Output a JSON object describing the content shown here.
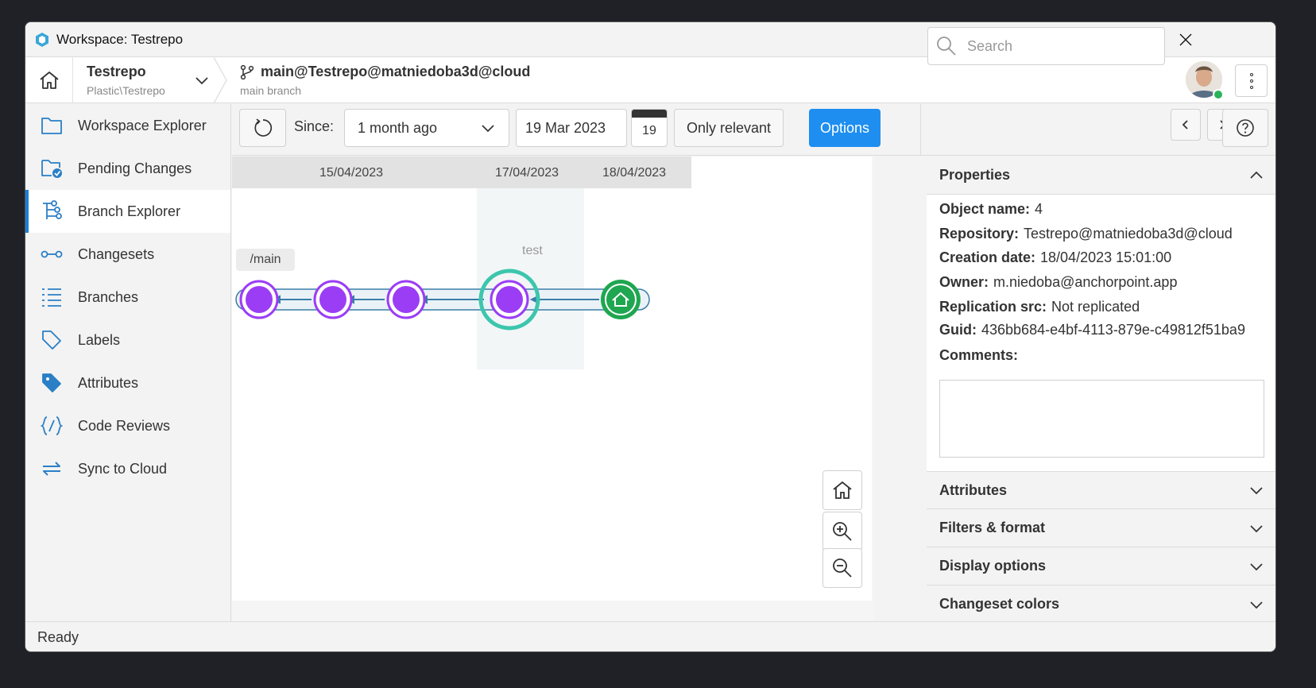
{
  "window": {
    "title": "Workspace: Testrepo"
  },
  "header": {
    "repo_name": "Testrepo",
    "repo_path": "Plastic\\Testrepo",
    "branch_title": "main@Testrepo@matniedoba3d@cloud",
    "branch_subtitle": "main branch"
  },
  "sidebar": {
    "items": [
      {
        "label": "Workspace Explorer",
        "icon": "folder-icon"
      },
      {
        "label": "Pending Changes",
        "icon": "pending-changes-icon"
      },
      {
        "label": "Branch Explorer",
        "icon": "branch-explorer-icon",
        "active": true
      },
      {
        "label": "Changesets",
        "icon": "changesets-icon"
      },
      {
        "label": "Branches",
        "icon": "branches-list-icon"
      },
      {
        "label": "Labels",
        "icon": "label-tag-icon"
      },
      {
        "label": "Attributes",
        "icon": "attributes-icon"
      },
      {
        "label": "Code Reviews",
        "icon": "code-review-icon"
      },
      {
        "label": "Sync to Cloud",
        "icon": "sync-icon"
      }
    ]
  },
  "toolbar": {
    "since_label": "Since:",
    "since_value": "1 month ago",
    "date_value": "19 Mar 2023",
    "calendar_day": "19",
    "only_relevant_label": "Only relevant",
    "options_label": "Options",
    "search_placeholder": "Search"
  },
  "graph": {
    "dates": [
      "15/04/2023",
      "17/04/2023",
      "18/04/2023"
    ],
    "branch_main_label": "/main",
    "branch_test_label": "test",
    "changesets": 5,
    "colors": {
      "changeset": "#9b3df5",
      "selected_ring": "#3cc6ad",
      "head": "#1fa650",
      "branch_line": "#3a7ea8"
    }
  },
  "properties": {
    "title": "Properties",
    "rows": [
      {
        "key": "Object name:",
        "value": "4"
      },
      {
        "key": "Repository:",
        "value": "Testrepo@matniedoba3d@cloud"
      },
      {
        "key": "Creation date:",
        "value": "18/04/2023 15:01:00"
      },
      {
        "key": "Owner:",
        "value": "m.niedoba@anchorpoint.app"
      },
      {
        "key": "Replication src:",
        "value": "Not replicated"
      },
      {
        "key": "Guid:",
        "value": "436bb684-e4bf-4113-879e-c49812f51ba9"
      }
    ],
    "comments_label": "Comments:",
    "sections": [
      "Attributes",
      "Filters & format",
      "Display options",
      "Changeset colors"
    ]
  },
  "status": {
    "text": "Ready"
  }
}
